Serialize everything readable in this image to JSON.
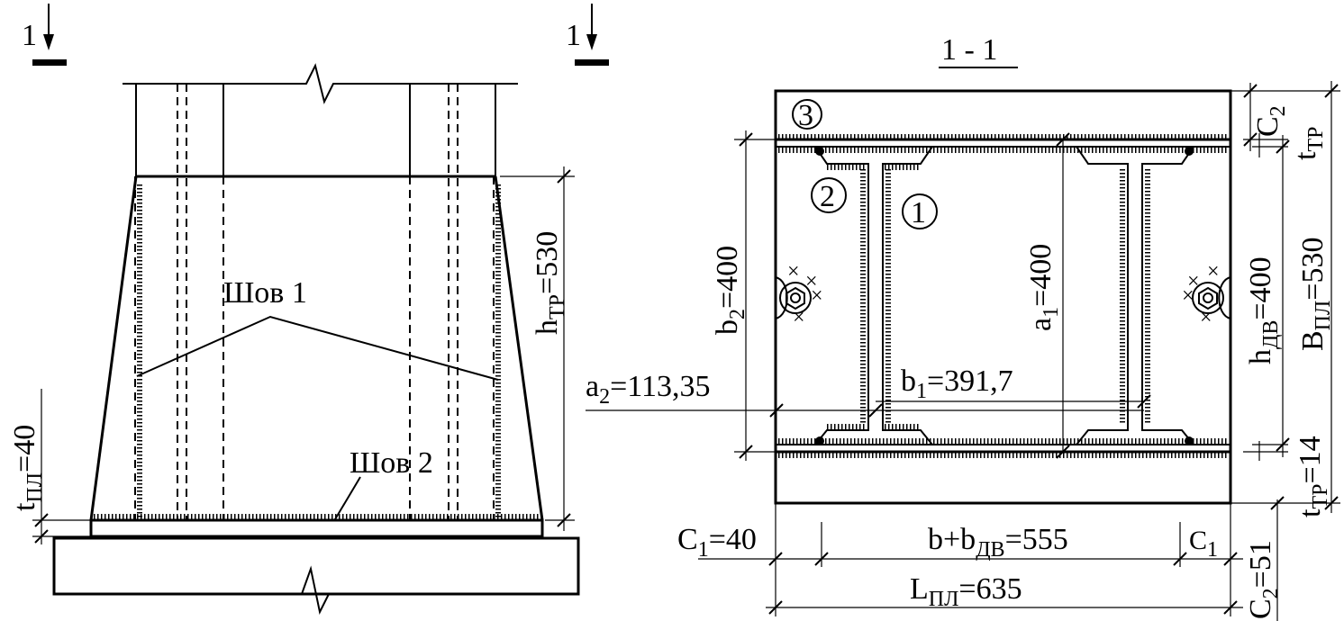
{
  "section_marker": "1",
  "section_title": "1 - 1",
  "elevation": {
    "h_tr": {
      "main": "h",
      "sub": "ТР",
      "value": "=530"
    },
    "t_pl": {
      "main": "t",
      "sub": "ПЛ",
      "value": "=40"
    },
    "weld_1": "Шов 1",
    "weld_2": "Шов 2"
  },
  "plan": {
    "b2": {
      "main": "b",
      "sub": "2",
      "value": "=400"
    },
    "a1": {
      "main": "a",
      "sub": "1",
      "value": "=400"
    },
    "h_dv": {
      "main": "h",
      "sub": "ДВ",
      "value": "=400"
    },
    "B_pl": {
      "main": "B",
      "sub": "ПЛ",
      "value": "=530"
    },
    "C2_top": {
      "main": "C",
      "sub": "2"
    },
    "t_tr_top": {
      "main": "t",
      "sub": "ТР"
    },
    "t_tr_bot": {
      "main": "t",
      "sub": "ТР",
      "value": "=14"
    },
    "a2": {
      "main": "a",
      "sub": "2",
      "value": "=113,35"
    },
    "b1": {
      "main": "b",
      "sub": "1",
      "value": "=391,7"
    },
    "C1_left": {
      "main": "C",
      "sub": "1",
      "value": "=40"
    },
    "b_bdv": {
      "main": "b+b",
      "sub": "ДВ",
      "value": "=555"
    },
    "C1_right": {
      "main": "C",
      "sub": "1"
    },
    "L_pl": {
      "main": "L",
      "sub": "ПЛ",
      "value": "=635"
    },
    "C2_bot": {
      "main": "C",
      "sub": "2",
      "value": "=51"
    },
    "callouts": [
      "1",
      "2",
      "3"
    ]
  }
}
